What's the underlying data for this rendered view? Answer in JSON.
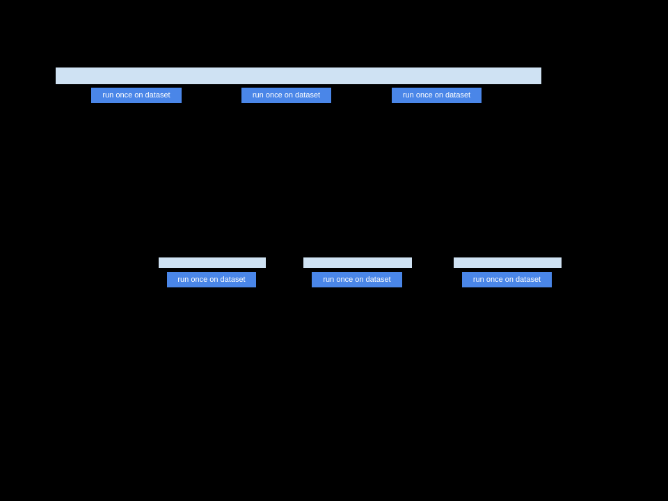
{
  "colors": {
    "slide_background": "#000000",
    "stage_bar": "#cfe2f3",
    "action_button": "#4a86e8",
    "action_button_text": "#ffffff"
  },
  "top_pipeline": {
    "buttons": [
      {
        "label": "run once on dataset"
      },
      {
        "label": "run once on dataset"
      },
      {
        "label": "run once on dataset"
      }
    ]
  },
  "bottom_pipelines": [
    {
      "button_label": "run once on dataset"
    },
    {
      "button_label": "run once on dataset"
    },
    {
      "button_label": "run once on dataset"
    }
  ]
}
